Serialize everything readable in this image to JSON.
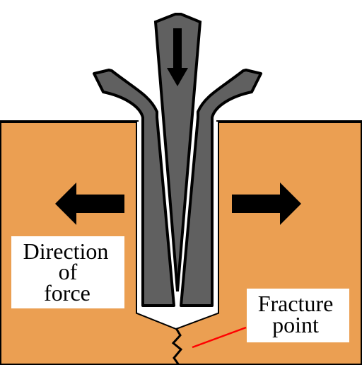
{
  "labels": {
    "direction_line1": "Direction",
    "direction_line2": "of",
    "direction_line3": "force",
    "fracture_line1": "Fracture",
    "fracture_line2": "point"
  },
  "colors": {
    "material": "#eb9f52",
    "outline": "#000000",
    "wedge": "#606060",
    "hole": "#ffffff",
    "fracture_line": "#ff0000",
    "label_box": "#ffffff"
  },
  "icons": {
    "left_arrow": "arrow-left-icon",
    "right_arrow": "arrow-right-icon",
    "down_arrow": "arrow-down-icon"
  }
}
